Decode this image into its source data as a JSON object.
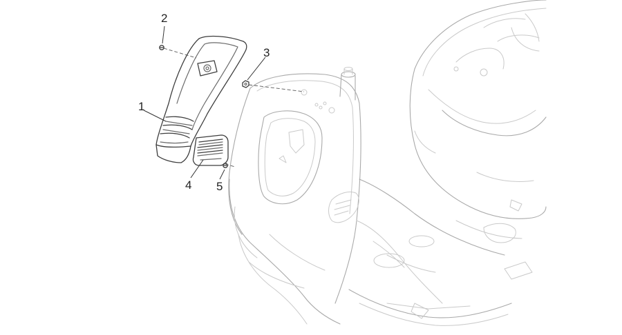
{
  "callouts": [
    {
      "number": "1",
      "part": "horn-cover"
    },
    {
      "number": "2",
      "part": "screw-top"
    },
    {
      "number": "3",
      "part": "nut"
    },
    {
      "number": "4",
      "part": "grille-insert"
    },
    {
      "number": "5",
      "part": "screw-bottom"
    }
  ]
}
